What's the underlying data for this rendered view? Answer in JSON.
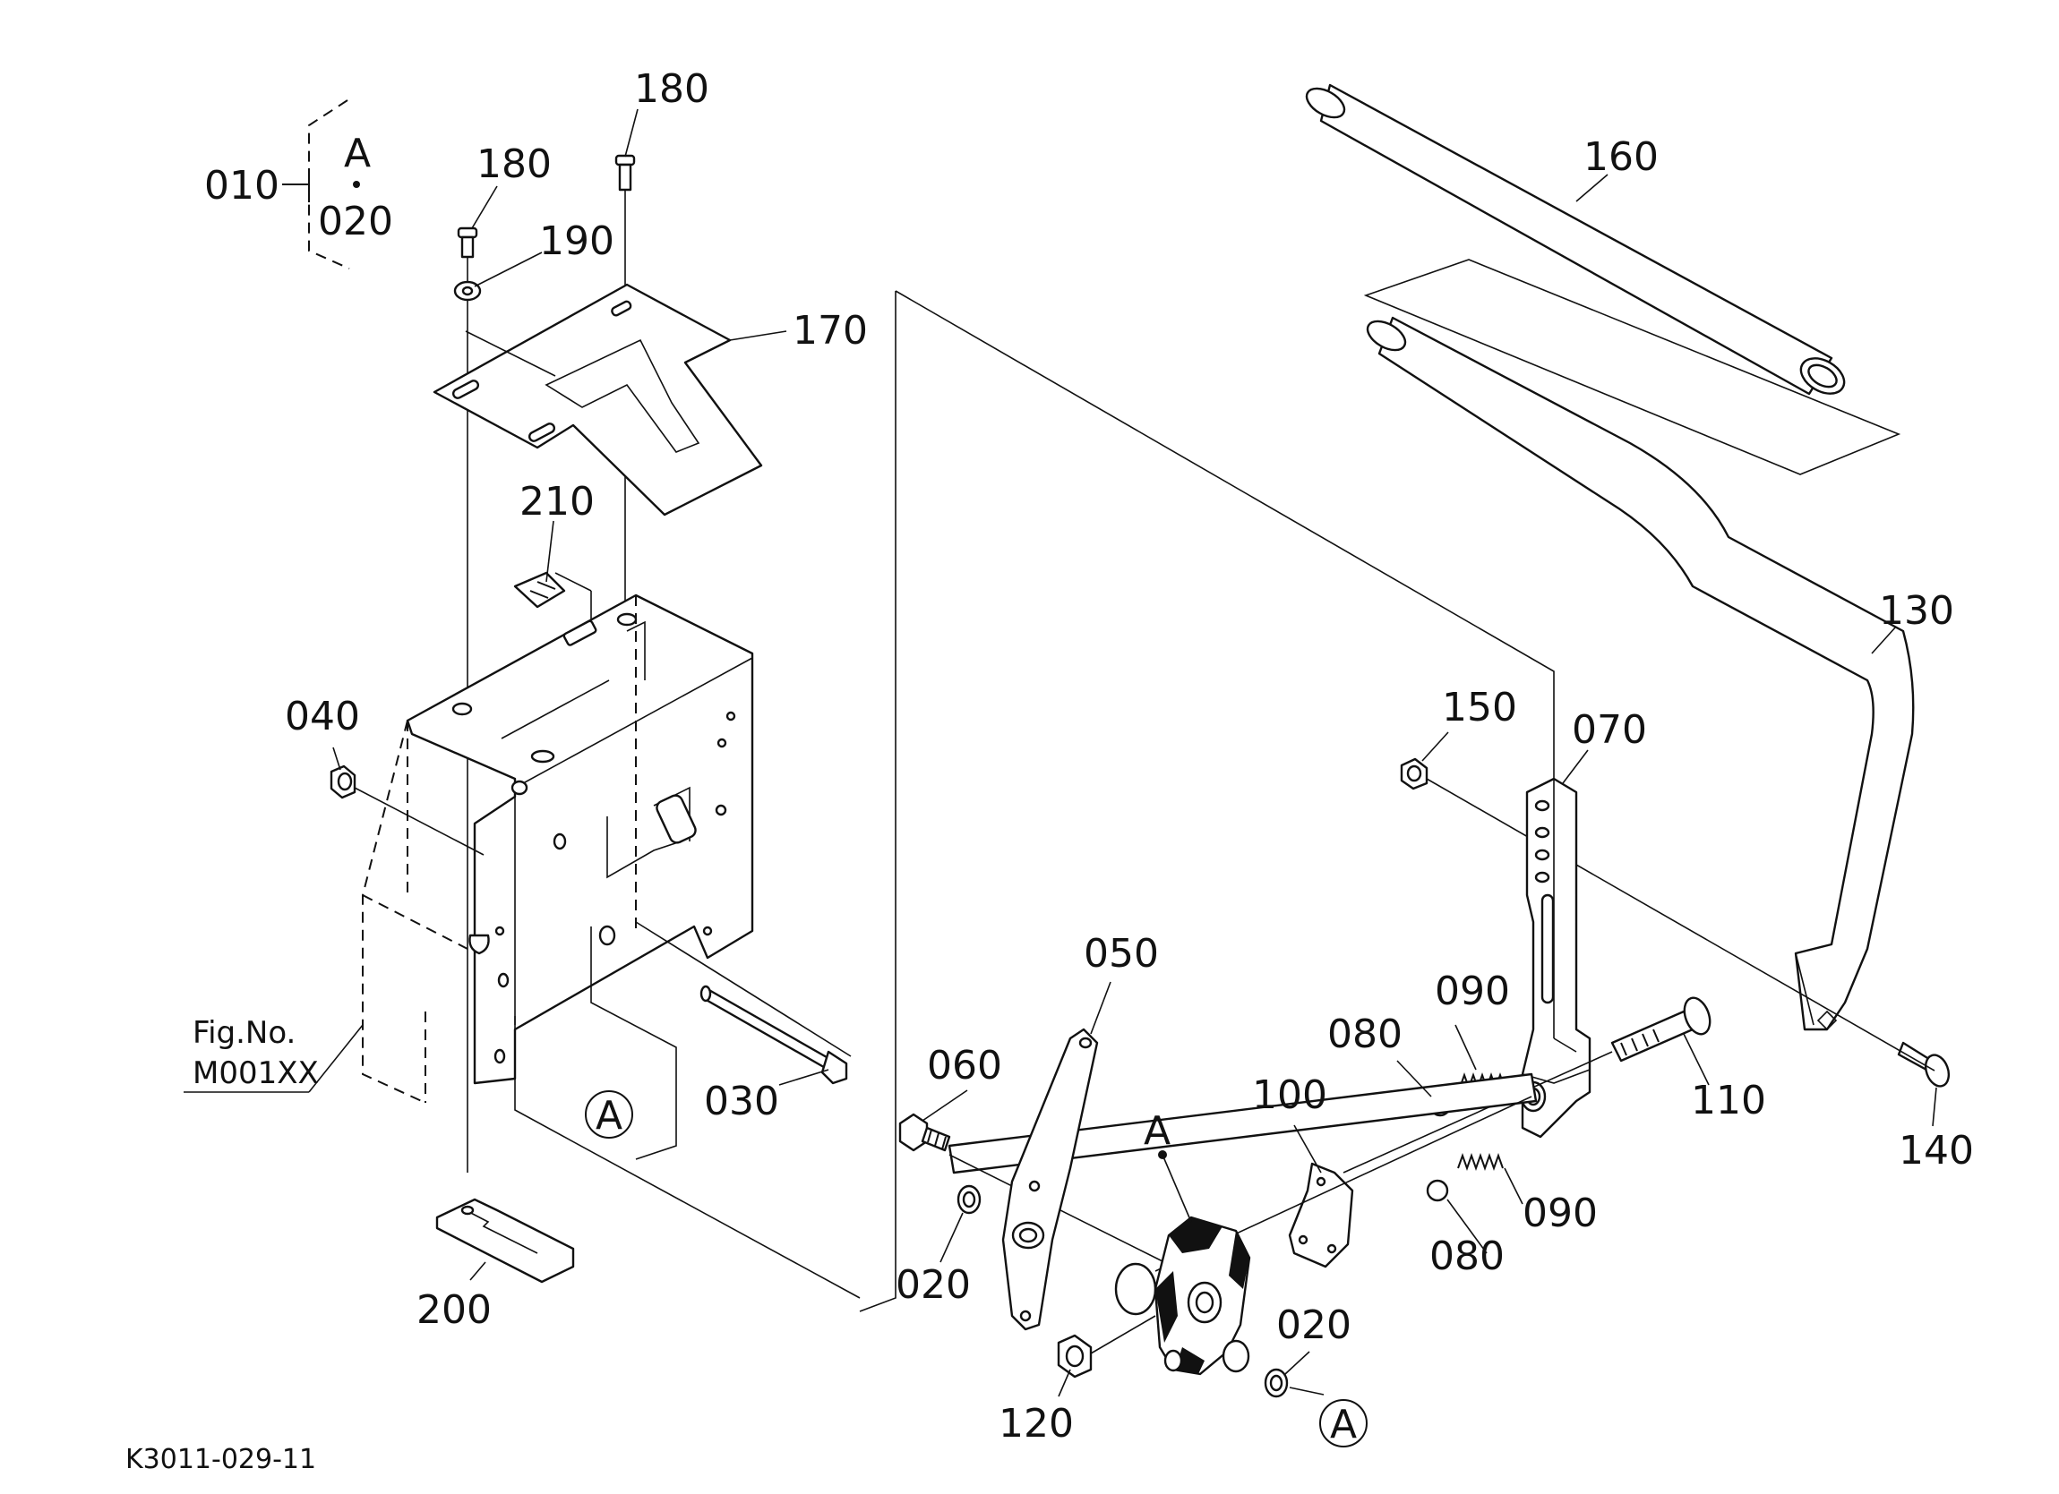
{
  "drawing_id": "K3011-029-11",
  "figure_reference": {
    "label": "Fig.No.",
    "number": "M001XX"
  },
  "group_bracket": {
    "main": "010",
    "letter": "A",
    "sub": "020"
  },
  "callouts": {
    "c180a": "180",
    "c180b": "180",
    "c190": "190",
    "c170": "170",
    "c210": "210",
    "c160": "160",
    "c130": "130",
    "c040": "040",
    "c150": "150",
    "c070": "070",
    "c050": "050",
    "c090a": "090",
    "c080a": "080",
    "c100": "100",
    "c110": "110",
    "c140": "140",
    "c060": "060",
    "c030": "030",
    "c090b": "090",
    "c080b": "080",
    "c020a": "020",
    "c020b": "020",
    "c120": "120",
    "c200": "200"
  },
  "reference_markers": {
    "circle_a1": "A",
    "circle_a2": "A",
    "point_a": "A"
  },
  "colors": {
    "line": "#111111",
    "background": "#ffffff"
  }
}
